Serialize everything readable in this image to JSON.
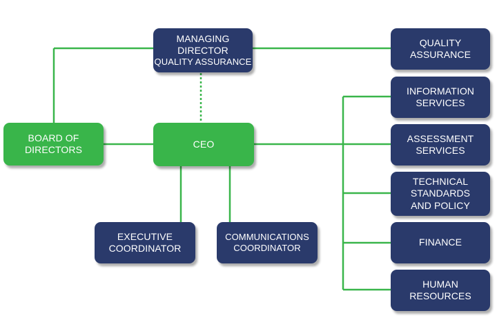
{
  "colors": {
    "navy": "#2a3a6b",
    "green": "#39b54a",
    "connector": "#39b54a"
  },
  "nodes": {
    "managing_director": {
      "line1": "MANAGING",
      "line2": "DIRECTOR",
      "line3": "QUALITY ASSURANCE"
    },
    "quality_assurance": {
      "line1": "QUALITY",
      "line2": "ASSURANCE"
    },
    "board": {
      "line1": "BOARD OF",
      "line2": "DIRECTORS"
    },
    "ceo": {
      "line1": "CEO"
    },
    "information_services": {
      "line1": "INFORMATION",
      "line2": "SERVICES"
    },
    "assessment_services": {
      "line1": "ASSESSMENT",
      "line2": "SERVICES"
    },
    "technical_standards": {
      "line1": "TECHNICAL",
      "line2": "STANDARDS",
      "line3": "AND POLICY"
    },
    "finance": {
      "line1": "FINANCE"
    },
    "human_resources": {
      "line1": "HUMAN",
      "line2": "RESOURCES"
    },
    "executive_coordinator": {
      "line1": "EXECUTIVE",
      "line2": "COORDINATOR"
    },
    "communications_coordinator": {
      "line1": "COMMUNICATIONS",
      "line2": "COORDINATOR"
    }
  }
}
